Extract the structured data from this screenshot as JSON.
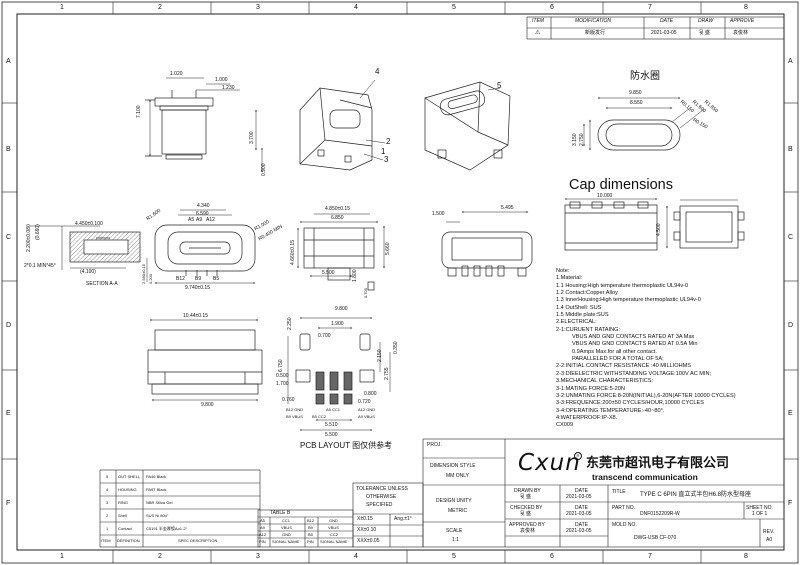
{
  "frame": {
    "col_numbers": [
      "1",
      "2",
      "3",
      "4",
      "5",
      "6",
      "7",
      "8"
    ],
    "row_letters": [
      "A",
      "B",
      "C",
      "D",
      "E",
      "F"
    ]
  },
  "revision_table": {
    "headers": [
      "ITEM",
      "MODIFICATION",
      "DATE",
      "DRAW",
      "APPROVE"
    ],
    "row": {
      "icon": "revision-triangle-icon",
      "modification": "新版发行",
      "date": "2021-03-05",
      "draw": "뒷 盛",
      "approve": "袁俊林"
    }
  },
  "views": {
    "dims_top_left": [
      "1.020",
      "1.000",
      "1.230",
      "7.100",
      "3.700",
      "0.900"
    ],
    "callouts_iso": [
      "4",
      "2",
      "3",
      "1"
    ],
    "callout_seal": "5",
    "seal": {
      "title": "防水圈",
      "dims": [
        "9.850",
        "8.550",
        "R0.150",
        "R1.600",
        "R1.850",
        "3.150",
        "2.750",
        "R0.150"
      ]
    },
    "cap_title": "Cap dimensions",
    "cap_dims": [
      "10.000",
      "4.500"
    ],
    "section": {
      "dims": [
        "4.450±0.100",
        "2.200±0.080",
        "(0.660)",
        "(4.100)",
        "2*0.1 MIN*45°"
      ],
      "label": "SECTION A-A"
    },
    "front": {
      "dims": [
        "4.340",
        "6.590",
        "R1.600",
        "R1.000",
        "R0.400 MIN.",
        "9.740±0.15",
        "2.580±0.15",
        "0.200"
      ],
      "pins": [
        "B12",
        "A9",
        "B9",
        "A5",
        "B5",
        "A12"
      ]
    },
    "side": {
      "dims": [
        "4.850±0.15",
        "6.850",
        "5.500",
        "4.660±0.15",
        "1.800",
        "5.660",
        "0.700"
      ]
    },
    "bottom": {
      "dims": [
        "1.500",
        "5.495"
      ]
    },
    "lower_left": {
      "dims": [
        "10.44±0.15",
        "9.800"
      ]
    },
    "pcb": {
      "dims": [
        "9.800",
        "2.250",
        "1.900",
        "0.700",
        "6.750",
        "0.500",
        "1.700",
        "2.150",
        "2.755",
        "0.350",
        "0.760",
        "0.800",
        "0.720",
        "5.510",
        "5.500"
      ],
      "pin_labels": [
        "A12 GND",
        "A9 VBUS",
        "B12 GND",
        "B9 VBUS",
        "A5 CC1",
        "B5 CC2"
      ],
      "caption": "PCB LAYOUT 图仅供参考"
    }
  },
  "notes": [
    "Note:",
    "1.Material:",
    "1.1 Housing:High temperature thermoplastic UL94v-0",
    "1.2 Contact:Copper Alloy",
    "1.3 InnerHousing:High temperature thermoplastic UL94v-0",
    "1.4 OutShell: SUS",
    "1.5 Middle plate:SUS",
    "2.ELECTRICAL:",
    "2-1:CURUENT RATAING:",
    "VBUS AND GND CONTACTS RATED AT 3A Max",
    "VBUS AND GND CONTACTS RATED AT 0.5A Min",
    "0.9Amps Max.for all other contact.",
    "PARALLELED FOR A TOTAL OF 5A;",
    "2-2:INITIAL CONTACT RESISTANCE :40 MILLIOHMS",
    "2-3:DIEELECTRIC WITHSTANDING VOLTAGE:100V AC MIN;",
    "3.MECHANICAL CHARACTERISTICS:",
    "3-1:MATING FORCE:5-20N",
    "3-2:UNMATING FORCE:8-20N(INITIAL),6-20N(AFTER 10000 CYCLES)",
    "3-3:FREQUENCE:200±50 CYCLES/HOUR,10000 CYCLES",
    "3-4:OPERATING TEMPERATURE:-40~80°.",
    "4:WATERPROOF:IP-X8.",
    "CX009"
  ],
  "materials_table": {
    "rows": [
      {
        "no": "5",
        "name": "OUT SHELL",
        "mat": "PA46 Black"
      },
      {
        "no": "4",
        "name": "HOUSING",
        "mat": "PA9T Black"
      },
      {
        "no": "3",
        "name": "RING",
        "mat": "NBR Silica Gel"
      },
      {
        "no": "2",
        "name": "Shell",
        "mat": "SUS Ni 80u\""
      },
      {
        "no": "1",
        "name": "Contact",
        "mat": "C5191 半金厚镀Au1-2\""
      }
    ],
    "footer": [
      "ITEM",
      "DEFINITION",
      "SPEC DESCRIPTION"
    ]
  },
  "table_b": {
    "title": "TABLE B",
    "rows": [
      [
        "A5",
        "CC1",
        "B12",
        "GND"
      ],
      [
        "A9",
        "VBUS",
        "B9",
        "VBUS"
      ],
      [
        "A12",
        "GND",
        "B5",
        "CC2"
      ]
    ],
    "footer": [
      "PIN",
      "SIGNAL NAME",
      "PIN",
      "SIGNAL NAME"
    ]
  },
  "tolerance": {
    "title_lines": [
      "TOLERANCE UNLESS",
      "OTHERWISE",
      "SPECIFIED"
    ],
    "rows": [
      [
        "X±0.15",
        "Ang.±1°"
      ],
      [
        "XX±0.10",
        ""
      ],
      [
        "XXX±0.05",
        ""
      ]
    ]
  },
  "title_block": {
    "proj_label": "PROJ.",
    "dimension_style": [
      "DIMENSION STYLE",
      "MM ONLY"
    ],
    "design_unity": [
      "DESIGN UNITY",
      "METRIC"
    ],
    "scale": [
      "SCALE",
      "1:1"
    ],
    "logo_text": "Cxun",
    "logo_badge": "R",
    "company_cn": "东莞市超讯电子有限公司",
    "company_en": "transcend communication",
    "drawn_by": {
      "label": "DRAWN BY",
      "name": "뒷 盛",
      "date_label": "DATE",
      "date": "2021-03-05"
    },
    "checked_by": {
      "label": "CHECKED BY",
      "name": "뒷 盛",
      "date_label": "DATE",
      "date": "2021-03-05"
    },
    "approved_by": {
      "label": "APPROVED BY",
      "name": "袁俊林",
      "date_label": "DATE",
      "date": "2021-03-05"
    },
    "title_label": "TITLE",
    "title": "TYPE C 6PIN 直立式半包H6.8防水型母座",
    "part_no_label": "PART NO.",
    "part_no": "DNF0152209R-W",
    "sheet_no_label": "SHEET NO.",
    "sheet_no": "1 OF 1",
    "mold_no_label": "MOLD NO.",
    "mold_no": "DWG-USB CF-070",
    "rev_label": "REV.",
    "rev": "A0"
  }
}
